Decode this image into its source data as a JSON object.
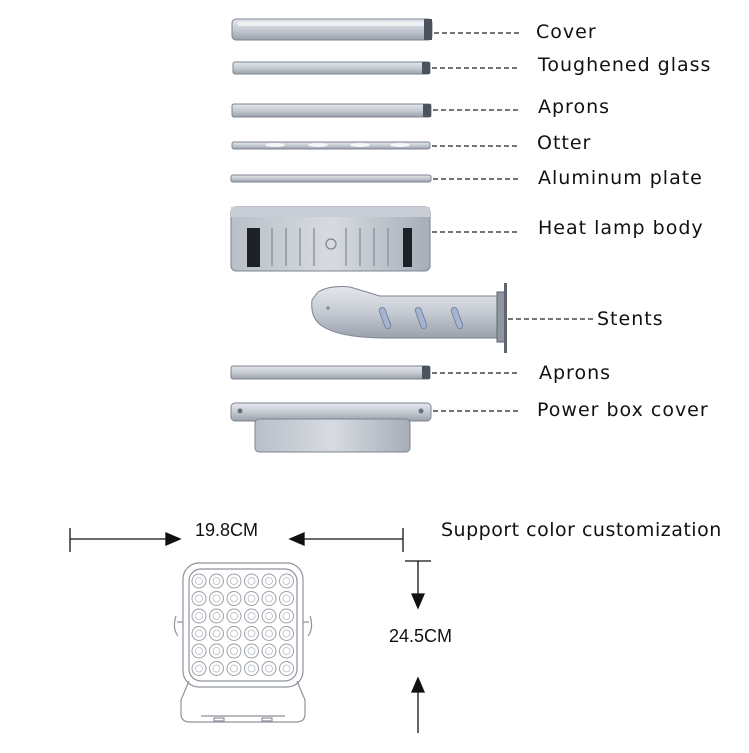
{
  "parts": [
    {
      "id": "cover",
      "label": "Cover"
    },
    {
      "id": "toughened-glass",
      "label": "Toughened glass"
    },
    {
      "id": "aprons-top",
      "label": "Aprons"
    },
    {
      "id": "otter",
      "label": "Otter"
    },
    {
      "id": "aluminum-plate",
      "label": "Aluminum plate"
    },
    {
      "id": "heat-lamp-body",
      "label": "Heat lamp body"
    },
    {
      "id": "stents",
      "label": "Stents"
    },
    {
      "id": "aprons-bottom",
      "label": "Aprons"
    },
    {
      "id": "power-box-cover",
      "label": "Power box cover"
    }
  ],
  "dimensions": {
    "width": "19.8CM",
    "height": "24.5CM"
  },
  "note": "Support color customization",
  "colors": {
    "metal": "#c9ced6",
    "metal_dark": "#8f96a1",
    "line": "#222222"
  }
}
